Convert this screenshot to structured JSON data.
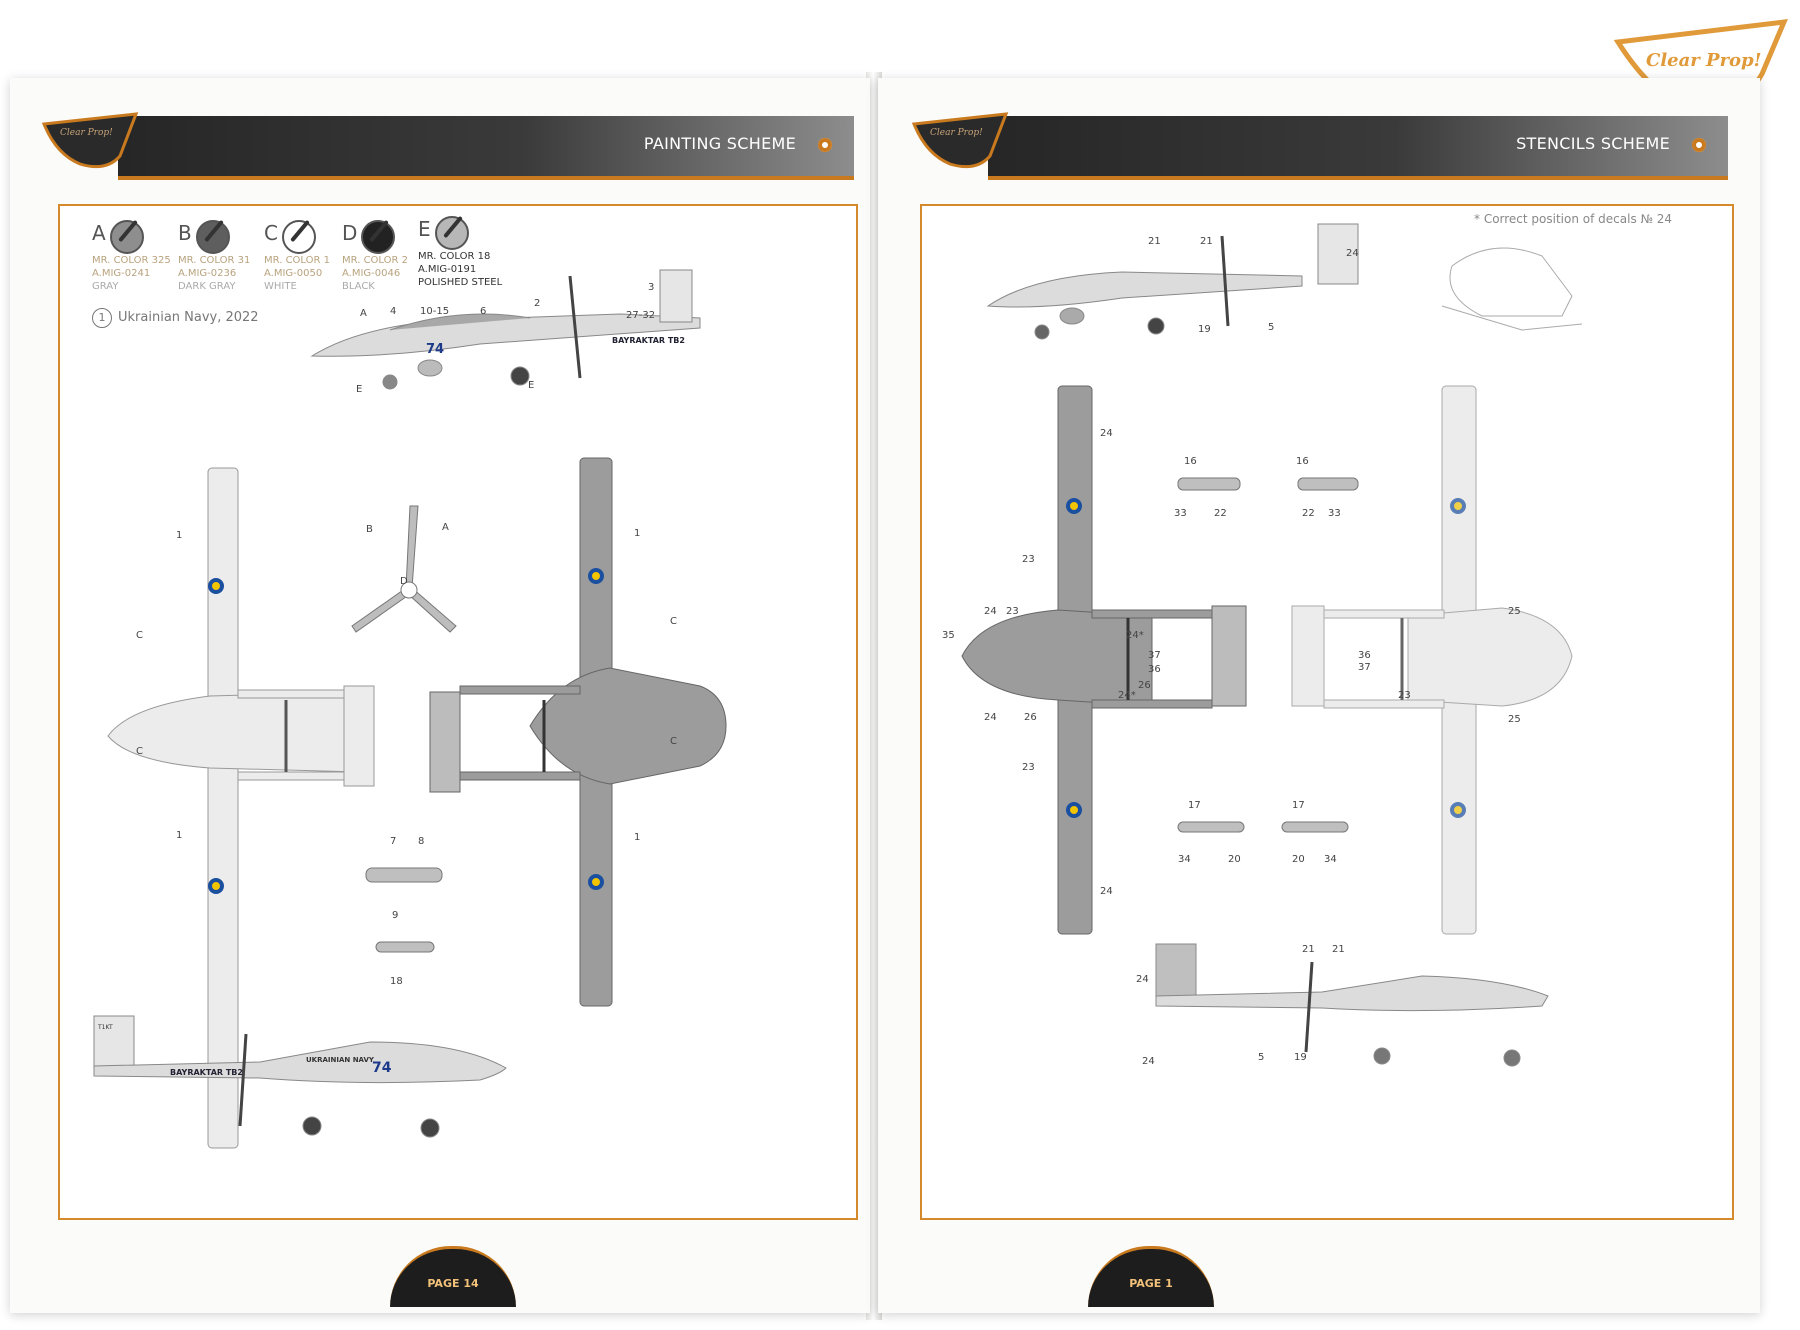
{
  "brand": {
    "logo_text": "Clear Prop!"
  },
  "left_page": {
    "header_title": "PAINTING SCHEME",
    "page_number": "PAGE 14",
    "scheme_label": "Ukrainian Navy, 2022",
    "scheme_number": "1",
    "colors": [
      {
        "letter": "A",
        "code1": "MR. COLOR 325",
        "code2": "A.MIG-0241",
        "name": "GRAY",
        "hex": "#8e8e8e"
      },
      {
        "letter": "B",
        "code1": "MR. COLOR 31",
        "code2": "A.MIG-0236",
        "name": "DARK GRAY",
        "hex": "#5e5e5e"
      },
      {
        "letter": "C",
        "code1": "MR. COLOR 1",
        "code2": "A.MIG-0050",
        "name": "WHITE",
        "hex": "#ffffff"
      },
      {
        "letter": "D",
        "code1": "MR. COLOR 2",
        "code2": "A.MIG-0046",
        "name": "BLACK",
        "hex": "#222222"
      },
      {
        "letter": "E",
        "code1": "MR. COLOR 18",
        "code2": "A.MIG-0191",
        "name": "POLISHED STEEL",
        "hex": "#b7b7b7"
      }
    ],
    "aircraft_text": {
      "name": "BAYRAKTAR TB2",
      "navy": "UKRAINIAN NAVY",
      "number": "74",
      "tail": "T1KT"
    },
    "callouts": [
      "A",
      "4",
      "10-15",
      "6",
      "2",
      "3",
      "27-32",
      "E",
      "E",
      "B",
      "A",
      "D",
      "C",
      "C",
      "C",
      "C",
      "1",
      "1",
      "1",
      "1",
      "7",
      "8",
      "9",
      "18"
    ]
  },
  "right_page": {
    "header_title": "STENCILS SCHEME",
    "page_number": "PAGE 1",
    "note": "* Correct position of decals № 24",
    "callouts": [
      "21",
      "21",
      "24",
      "19",
      "5",
      "24",
      "24",
      "16",
      "33",
      "22",
      "16",
      "22",
      "33",
      "23",
      "24",
      "23",
      "35",
      "24*",
      "37",
      "36",
      "26",
      "24*",
      "26",
      "24",
      "23",
      "36",
      "37",
      "23",
      "25",
      "25",
      "17",
      "34",
      "20",
      "17",
      "20",
      "34",
      "24",
      "24",
      "21",
      "21",
      "5",
      "19"
    ]
  }
}
